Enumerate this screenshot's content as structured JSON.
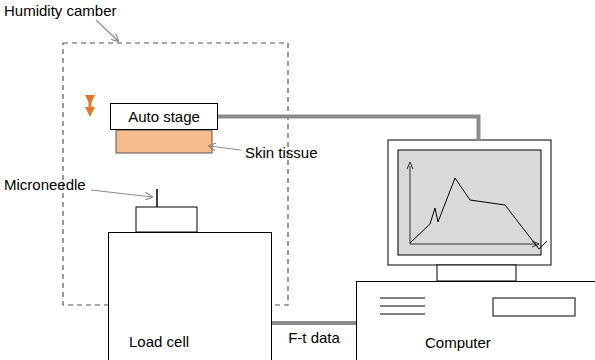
{
  "diagram": {
    "nodes": [
      {
        "text": [
          "Auto stage"
        ]
      },
      {
        "text": [
          "Load cell"
        ]
      },
      {
        "text": [
          "Computer"
        ]
      }
    ],
    "edges": [
      {
        "from": 0,
        "to": 2,
        "arrow": "none"
      },
      {
        "from": 1,
        "to": 2,
        "label": "F-t data",
        "arrow": "none"
      }
    ],
    "labels": [
      "Humidity camber",
      "Skin tissue",
      "Microneedle"
    ]
  }
}
